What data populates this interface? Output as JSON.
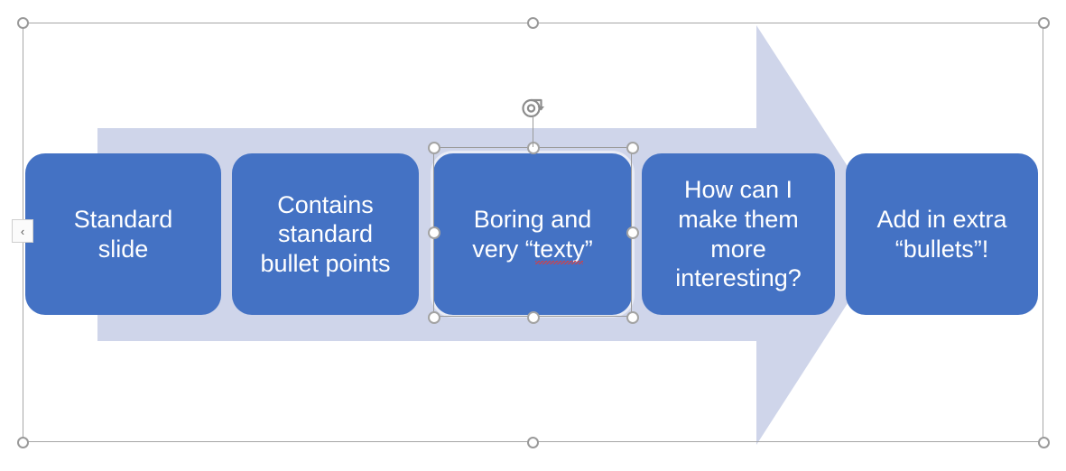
{
  "app": {
    "context": "powerpoint-smartart-editing-canvas",
    "canvas_background": "#ffffff"
  },
  "colors": {
    "node_fill": "#4472C4",
    "arrow_fill": "#CFD5EA",
    "node_text": "#FFFFFF",
    "selection_stroke": "#9A9A9A",
    "handle_fill": "#FFFFFF",
    "spellcheck_underline": "#E03B3B"
  },
  "smartart": {
    "type": "process-arrow",
    "selected_shape_index": 2,
    "text_pane_toggle": {
      "label": "‹",
      "icon": "chevron-left-icon"
    },
    "nodes": [
      {
        "id": "node-1",
        "text": "Standard\nslide"
      },
      {
        "id": "node-2",
        "text": "Contains\nstandard\nbullet points"
      },
      {
        "id": "node-3",
        "text_before": "Boring and\nvery “",
        "text_misspelled": "texty",
        "text_after": "”",
        "text": "Boring and\nvery “texty”",
        "selected": true,
        "misspelled_word": "texty"
      },
      {
        "id": "node-4",
        "text": "How can I\nmake them\nmore\ninteresting?"
      },
      {
        "id": "node-5",
        "text": "Add in extra\n“bullets”!"
      }
    ]
  },
  "selection": {
    "frame_handles": [
      {
        "name": "top-left"
      },
      {
        "name": "top-center"
      },
      {
        "name": "top-right"
      },
      {
        "name": "bottom-left"
      },
      {
        "name": "bottom-center"
      },
      {
        "name": "bottom-right"
      }
    ],
    "shape_handles": [
      {
        "name": "top-left"
      },
      {
        "name": "top-center"
      },
      {
        "name": "top-right"
      },
      {
        "name": "middle-left"
      },
      {
        "name": "middle-right"
      },
      {
        "name": "bottom-left"
      },
      {
        "name": "bottom-center"
      },
      {
        "name": "bottom-right"
      }
    ],
    "rotate_handle_label": "rotate"
  }
}
